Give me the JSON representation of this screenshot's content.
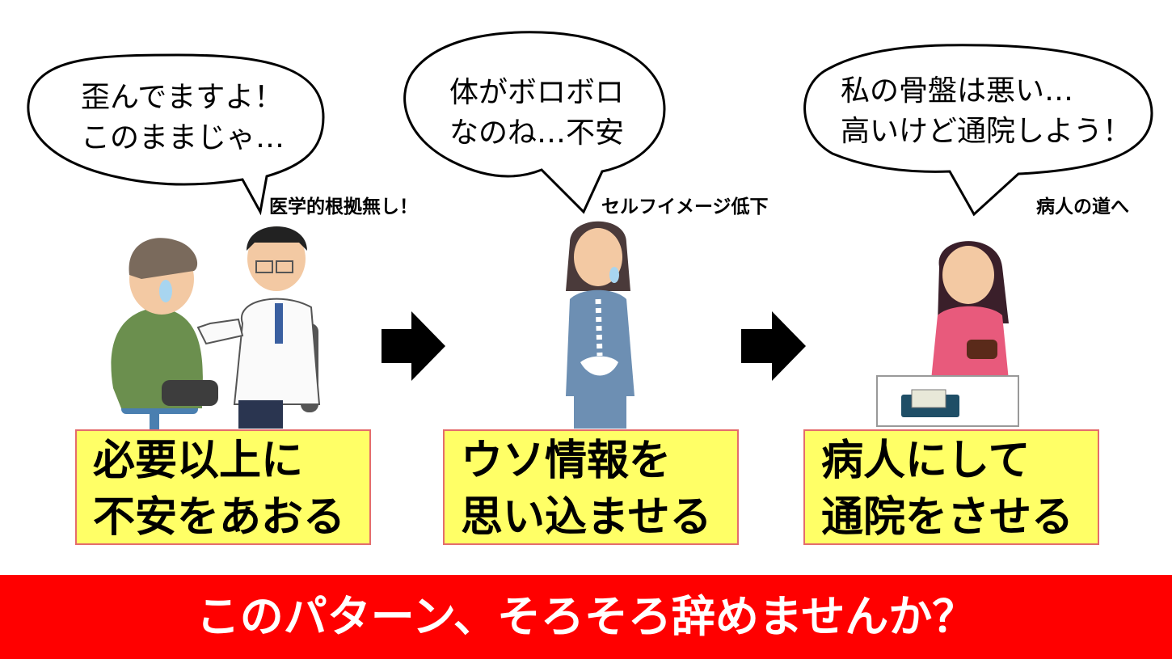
{
  "bubbles": [
    {
      "line1": "歪んでますよ！",
      "line2": "このままじゃ…"
    },
    {
      "line1": "体がボロボロ",
      "line2": "なのね…不安"
    },
    {
      "line1": "私の骨盤は悪い…",
      "line2": "高いけど通院しよう！"
    }
  ],
  "captions": [
    "医学的根拠無し！",
    "セルフイメージ低下",
    "病人の道へ"
  ],
  "boxes": [
    {
      "line1": "必要以上に",
      "line2": "不安をあおる"
    },
    {
      "line1": "ウソ情報を",
      "line2": "思い込ませる"
    },
    {
      "line1": "病人にして",
      "line2": "通院をさせる"
    }
  ],
  "banner": "このパターン、そろそろ辞めませんか？",
  "colors": {
    "box_fill": "#ffff66",
    "box_border": "#e46c6c",
    "banner": "#ff0000"
  }
}
